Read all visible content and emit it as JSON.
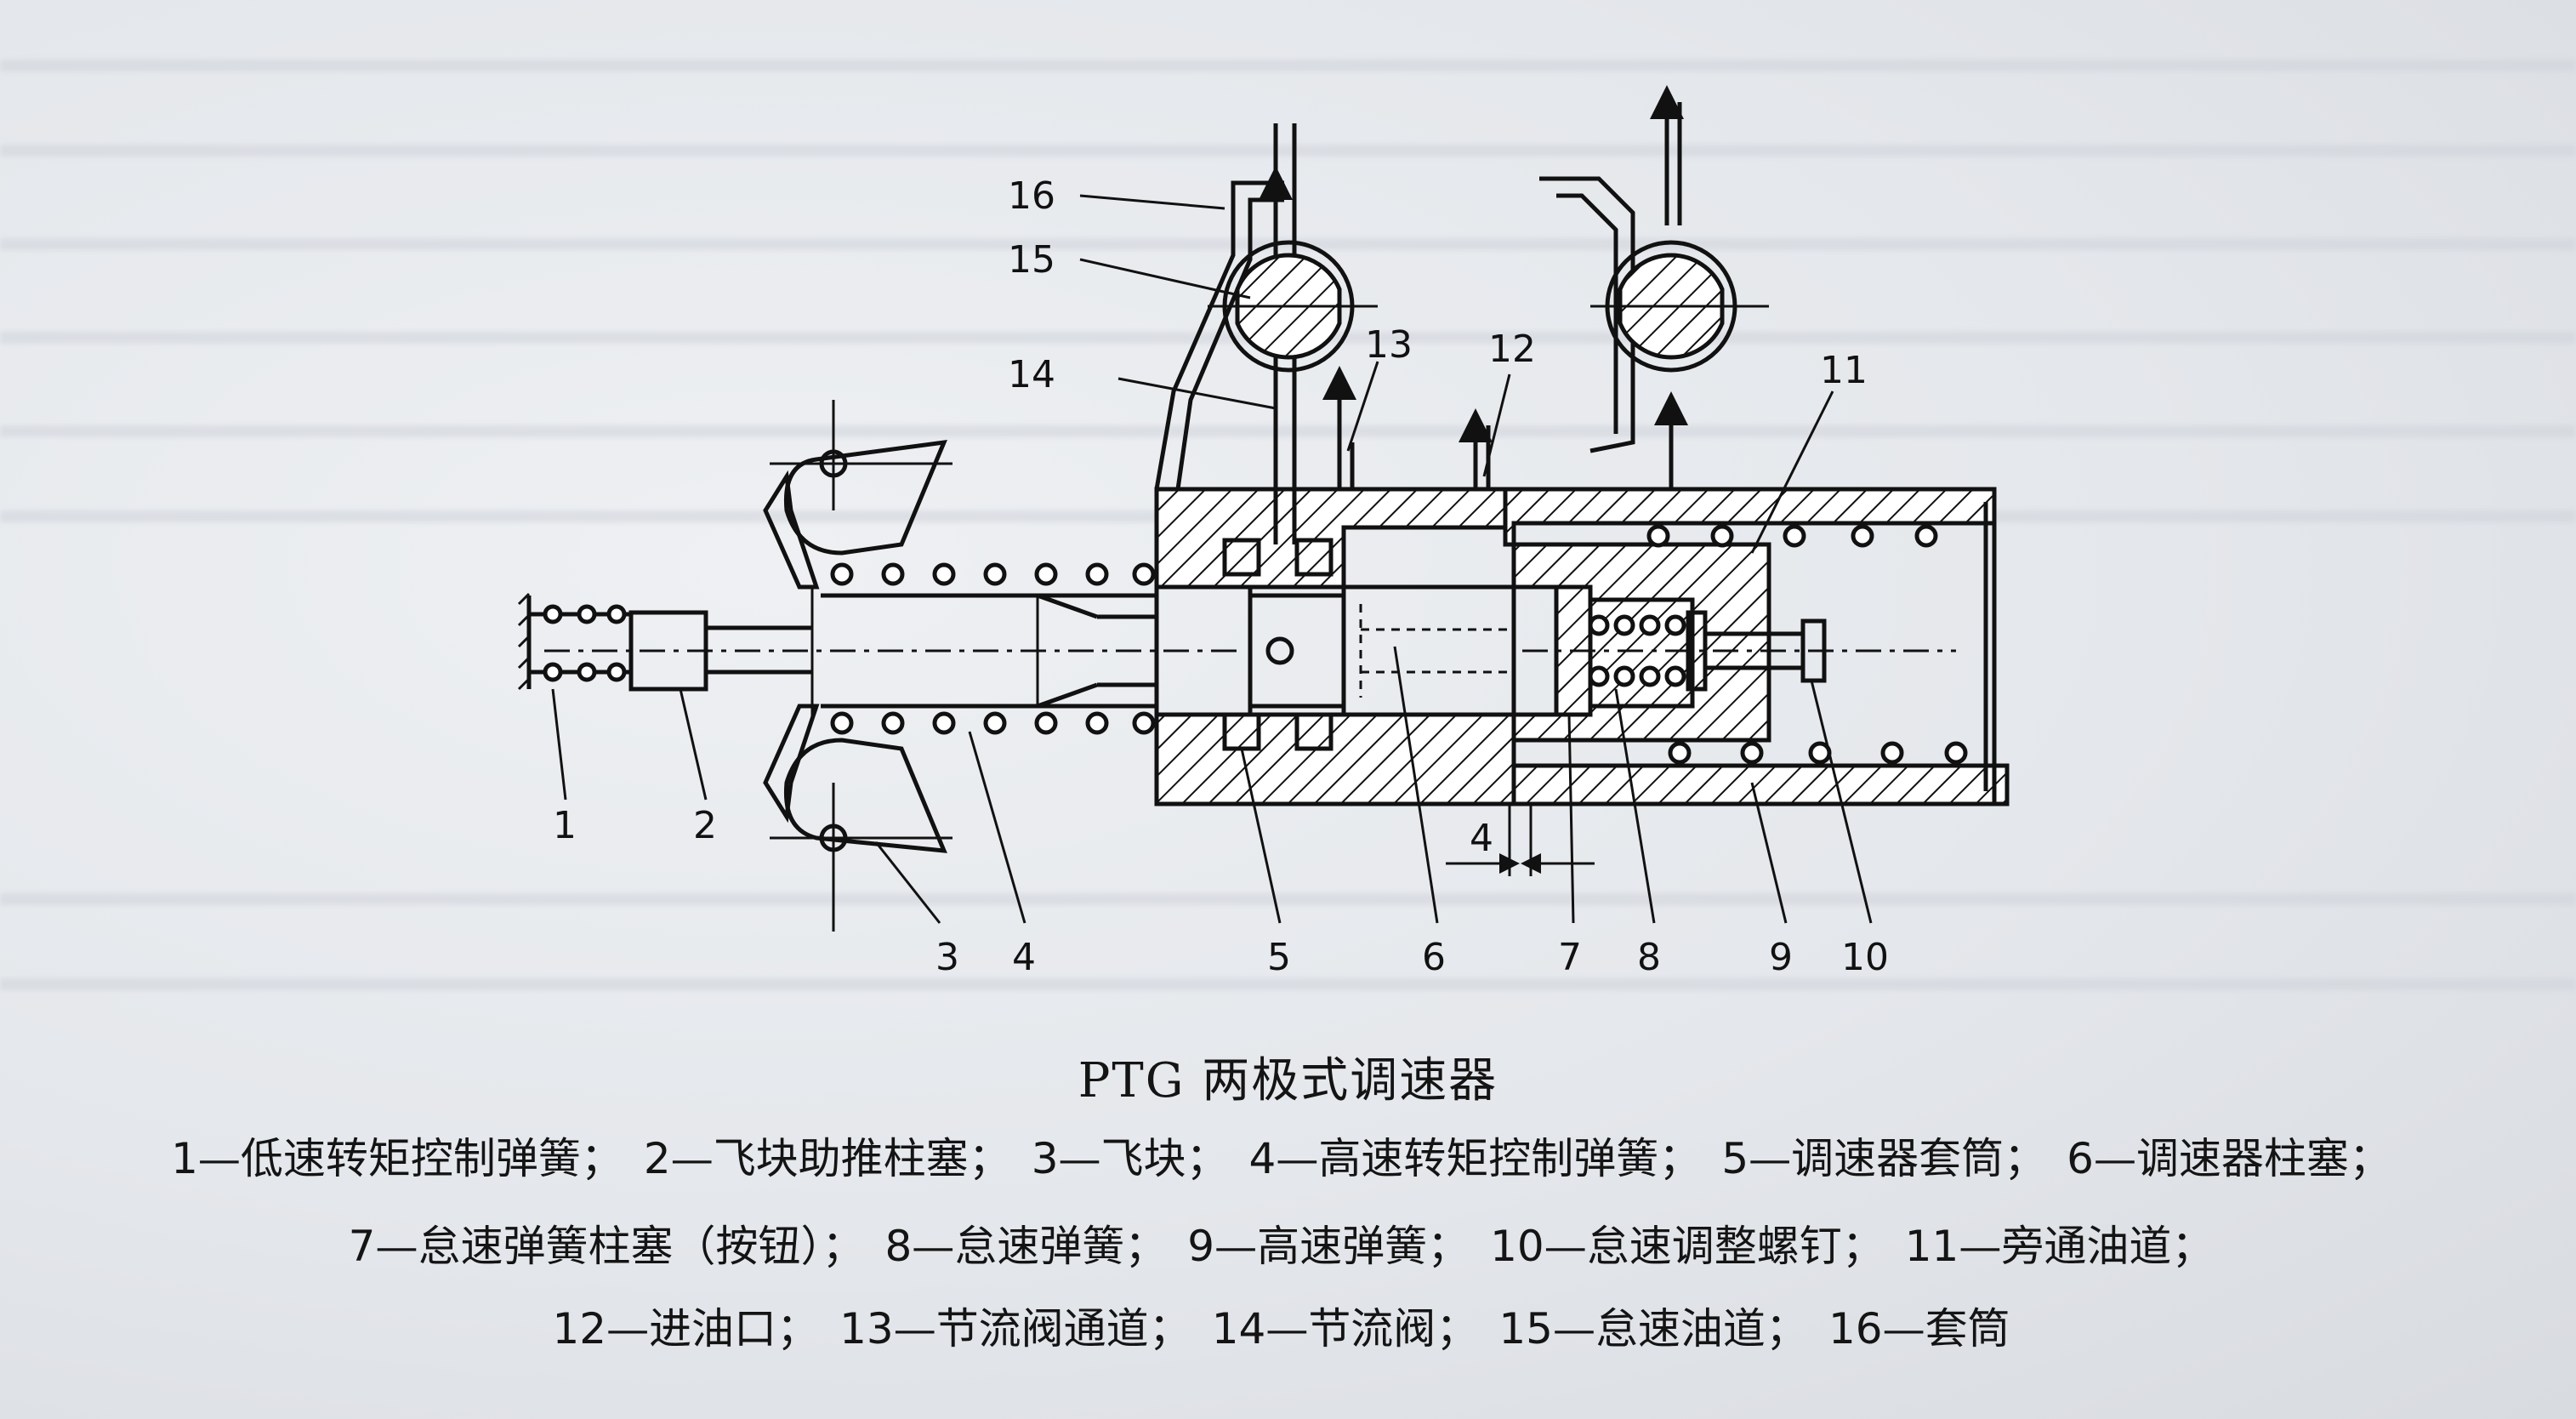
{
  "figure": {
    "title": "PTG 两极式调速器",
    "callouts": [
      "1",
      "2",
      "3",
      "4",
      "5",
      "6",
      "7",
      "8",
      "9",
      "10",
      "11",
      "12",
      "13",
      "14",
      "15",
      "16"
    ],
    "dimension_label": "4"
  },
  "legend": {
    "line1": [
      {
        "num": "1",
        "text": "—低速转矩控制弹簧",
        "sep": "；"
      },
      {
        "num": "2",
        "text": "—飞块助推柱塞",
        "sep": "；"
      },
      {
        "num": "3",
        "text": "—飞块",
        "sep": "；"
      },
      {
        "num": "4",
        "text": "—高速转矩控制弹簧",
        "sep": "；"
      },
      {
        "num": "5",
        "text": "—调速器套筒",
        "sep": "；"
      },
      {
        "num": "6",
        "text": "—调速器柱塞",
        "sep": "；"
      }
    ],
    "line2": [
      {
        "num": "7",
        "text": "—怠速弹簧柱塞（按钮）",
        "sep": "；"
      },
      {
        "num": "8",
        "text": "—怠速弹簧",
        "sep": "；"
      },
      {
        "num": "9",
        "text": "—高速弹簧",
        "sep": "；"
      },
      {
        "num": "10",
        "text": "—怠速调整螺钉",
        "sep": "；"
      },
      {
        "num": "11",
        "text": "—旁通油道",
        "sep": "；"
      }
    ],
    "line3": [
      {
        "num": "12",
        "text": "—进油口",
        "sep": "；"
      },
      {
        "num": "13",
        "text": "—节流阀通道",
        "sep": "；"
      },
      {
        "num": "14",
        "text": "—节流阀",
        "sep": "；"
      },
      {
        "num": "15",
        "text": "—怠速油道",
        "sep": "；"
      },
      {
        "num": "16",
        "text": "—套筒",
        "sep": ""
      }
    ]
  }
}
